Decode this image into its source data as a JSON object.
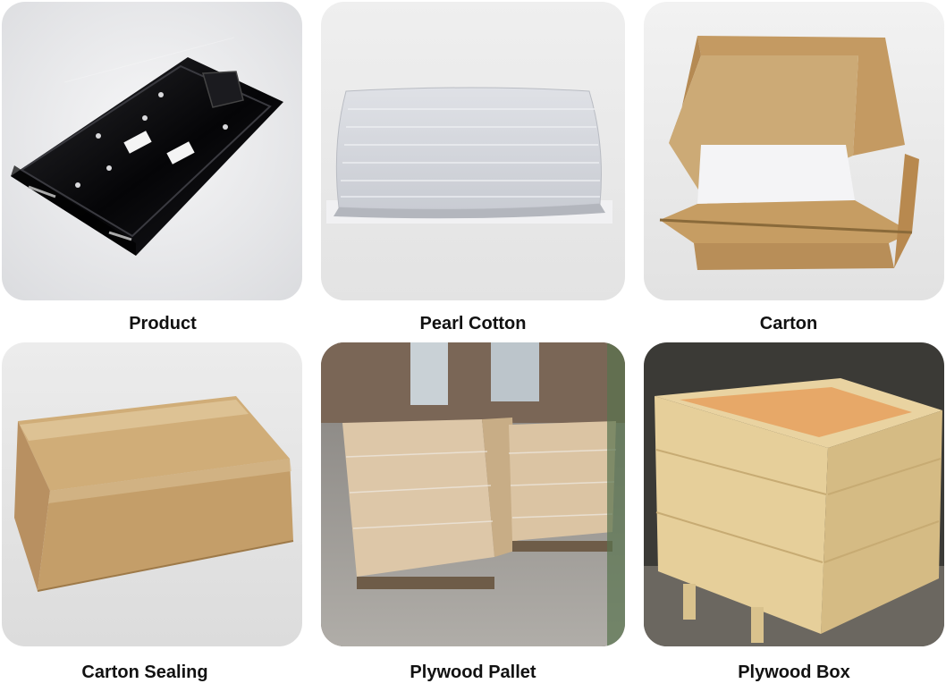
{
  "captions": {
    "product": "Product",
    "pearl_cotton": "Pearl Cotton",
    "carton": "Carton",
    "carton_sealing": "Carton Sealing",
    "plywood_pallet": "Plywood Pallet",
    "plywood_box": "Plywood Box"
  },
  "colors": {
    "caption_text": "#111111",
    "tile_background": "#e9eaec",
    "cardboard": "#c9a36d",
    "plywood": "#e6cf9a"
  }
}
